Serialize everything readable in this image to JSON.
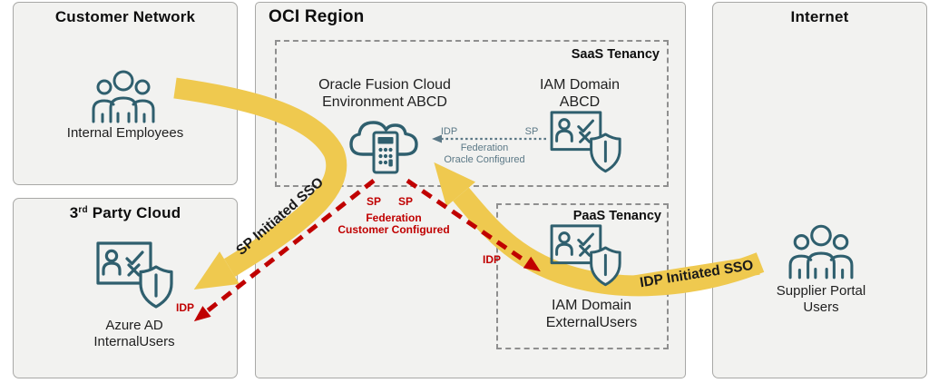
{
  "customer_network": {
    "title": "Customer Network",
    "users_label": "Internal Employees"
  },
  "third_party_cloud": {
    "title_num": "3",
    "title_ord": "rd",
    "title_rest": " Party Cloud",
    "label_line1": "Azure AD",
    "label_line2": "InternalUsers"
  },
  "oci_region": {
    "title": "OCI Region"
  },
  "saas_tenancy": {
    "title": "SaaS Tenancy",
    "fusion_label_line1": "Oracle Fusion Cloud",
    "fusion_label_line2": "Environment ABCD",
    "iam_label_line1": "IAM Domain",
    "iam_label_line2": "ABCD"
  },
  "paas_tenancy": {
    "title": "PaaS Tenancy",
    "iam_label_line1": "IAM Domain",
    "iam_label_line2": "ExternalUsers"
  },
  "internet": {
    "title": "Internet",
    "users_label_line1": "Supplier Portal",
    "users_label_line2": "Users"
  },
  "flows": {
    "sp_initiated_sso_label": "SP Initiated SSO",
    "idp_initiated_sso_label": "IDP Initiated SSO",
    "oracle_federation": {
      "idp_label": "IDP",
      "sp_label": "SP",
      "caption_line1": "Federation",
      "caption_line2": "Oracle Configured"
    },
    "customer_federation": {
      "sp_label_left": "SP",
      "sp_label_right": "SP",
      "caption_line1": "Federation",
      "caption_line2": "Customer Configured",
      "idp_label_left": "IDP",
      "idp_label_right": "IDP"
    }
  },
  "colors": {
    "accent_yellow": "#efc94f",
    "federation_red": "#c00000",
    "icon_teal": "#2f5f6e",
    "oracle_federation_slate": "#5b7886",
    "box_fill": "#f2f2f0",
    "box_border": "#a8a8a6"
  }
}
